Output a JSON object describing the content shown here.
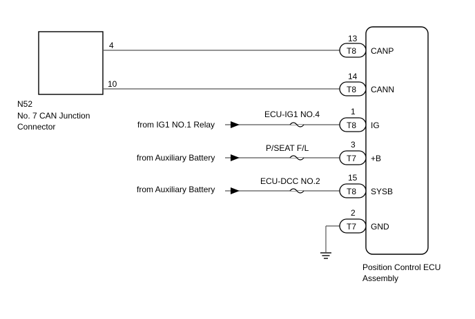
{
  "junction_connector": {
    "code": "N52",
    "name_line1": "No. 7 CAN Junction",
    "name_line2": "Connector",
    "pins": [
      "4",
      "10"
    ]
  },
  "ecu": {
    "name_line1": "Position Control ECU",
    "name_line2": "Assembly"
  },
  "terminals": [
    {
      "pin": "13",
      "connector": "T8",
      "signal": "CANP"
    },
    {
      "pin": "14",
      "connector": "T8",
      "signal": "CANN"
    },
    {
      "pin": "1",
      "connector": "T8",
      "signal": "IG",
      "fuse": "ECU-IG1 NO.4",
      "source": "from IG1 NO.1 Relay"
    },
    {
      "pin": "3",
      "connector": "T7",
      "signal": "+B",
      "fuse": "P/SEAT F/L",
      "source": "from Auxiliary Battery"
    },
    {
      "pin": "15",
      "connector": "T8",
      "signal": "SYSB",
      "fuse": "ECU-DCC NO.2",
      "source": "from Auxiliary Battery"
    },
    {
      "pin": "2",
      "connector": "T7",
      "signal": "GND"
    }
  ],
  "ground_symbol": "ground-icon"
}
